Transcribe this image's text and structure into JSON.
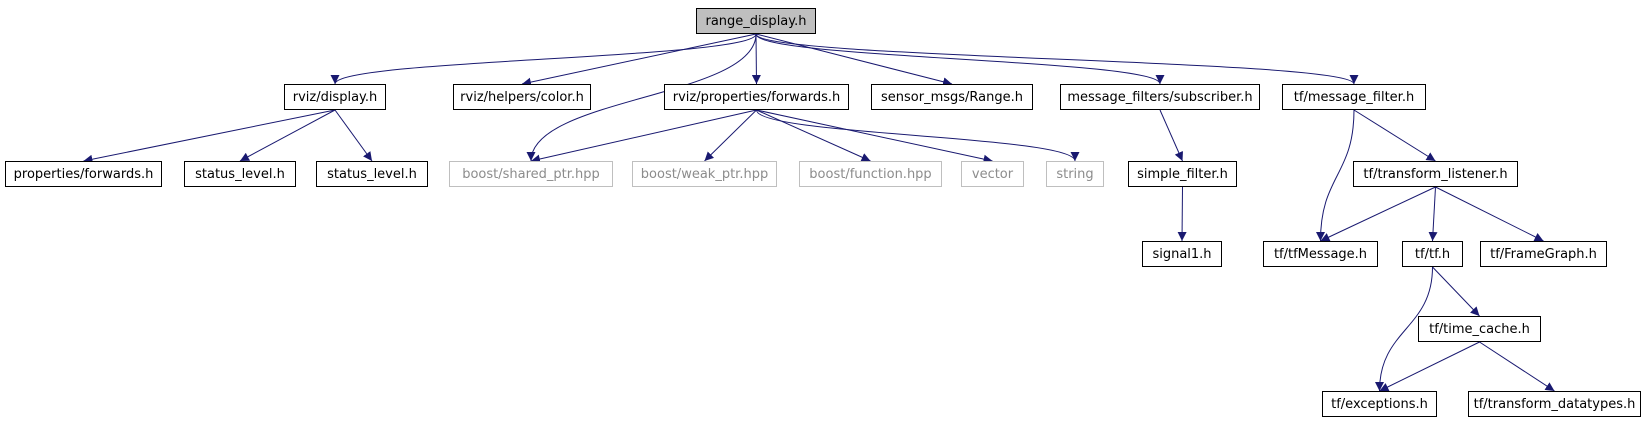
{
  "nodes": [
    {
      "id": "n_range",
      "label": "range_display.h",
      "kind": "root",
      "interactable": true
    },
    {
      "id": "n_display",
      "label": "rviz/display.h",
      "kind": "doc",
      "interactable": true
    },
    {
      "id": "n_color",
      "label": "rviz/helpers/color.h",
      "kind": "doc",
      "interactable": true
    },
    {
      "id": "n_rvizfwd",
      "label": "rviz/properties/forwards.h",
      "kind": "doc",
      "interactable": true
    },
    {
      "id": "n_range_msg",
      "label": "sensor_msgs/Range.h",
      "kind": "doc",
      "interactable": true
    },
    {
      "id": "n_subscriber",
      "label": "message_filters/subscriber.h",
      "kind": "doc",
      "interactable": true
    },
    {
      "id": "n_tfmf",
      "label": "tf/message_filter.h",
      "kind": "doc",
      "interactable": true
    },
    {
      "id": "n_propfwd",
      "label": "properties/forwards.h",
      "kind": "doc",
      "interactable": true
    },
    {
      "id": "n_status1",
      "label": "status_level.h",
      "kind": "doc",
      "interactable": true
    },
    {
      "id": "n_status2",
      "label": "status_level.h",
      "kind": "doc",
      "interactable": true
    },
    {
      "id": "n_shared",
      "label": "boost/shared_ptr.hpp",
      "kind": "ext",
      "interactable": false
    },
    {
      "id": "n_weak",
      "label": "boost/weak_ptr.hpp",
      "kind": "ext",
      "interactable": false
    },
    {
      "id": "n_function",
      "label": "boost/function.hpp",
      "kind": "ext",
      "interactable": false
    },
    {
      "id": "n_vector",
      "label": "vector",
      "kind": "ext",
      "interactable": false
    },
    {
      "id": "n_string",
      "label": "string",
      "kind": "ext",
      "interactable": false
    },
    {
      "id": "n_simple",
      "label": "simple_filter.h",
      "kind": "doc",
      "interactable": true
    },
    {
      "id": "n_listener",
      "label": "tf/transform_listener.h",
      "kind": "doc",
      "interactable": true
    },
    {
      "id": "n_signal",
      "label": "signal1.h",
      "kind": "doc",
      "interactable": true
    },
    {
      "id": "n_tfmsg",
      "label": "tf/tfMessage.h",
      "kind": "doc",
      "interactable": true
    },
    {
      "id": "n_tftf",
      "label": "tf/tf.h",
      "kind": "doc",
      "interactable": true
    },
    {
      "id": "n_framegraph",
      "label": "tf/FrameGraph.h",
      "kind": "doc",
      "interactable": true
    },
    {
      "id": "n_timecache",
      "label": "tf/time_cache.h",
      "kind": "doc",
      "interactable": true
    },
    {
      "id": "n_exceptions",
      "label": "tf/exceptions.h",
      "kind": "doc",
      "interactable": true
    },
    {
      "id": "n_datatypes",
      "label": "tf/transform_datatypes.h",
      "kind": "doc",
      "interactable": true
    }
  ],
  "edges": [
    [
      "n_range",
      "n_display"
    ],
    [
      "n_range",
      "n_color"
    ],
    [
      "n_range",
      "n_shared"
    ],
    [
      "n_range",
      "n_rvizfwd"
    ],
    [
      "n_range",
      "n_range_msg"
    ],
    [
      "n_range",
      "n_subscriber"
    ],
    [
      "n_range",
      "n_tfmf"
    ],
    [
      "n_display",
      "n_propfwd"
    ],
    [
      "n_display",
      "n_status1"
    ],
    [
      "n_display",
      "n_status2"
    ],
    [
      "n_rvizfwd",
      "n_shared"
    ],
    [
      "n_rvizfwd",
      "n_weak"
    ],
    [
      "n_rvizfwd",
      "n_function"
    ],
    [
      "n_rvizfwd",
      "n_vector"
    ],
    [
      "n_rvizfwd",
      "n_string"
    ],
    [
      "n_subscriber",
      "n_simple"
    ],
    [
      "n_simple",
      "n_signal"
    ],
    [
      "n_tfmf",
      "n_tfmsg"
    ],
    [
      "n_tfmf",
      "n_listener"
    ],
    [
      "n_listener",
      "n_tfmsg"
    ],
    [
      "n_listener",
      "n_tftf"
    ],
    [
      "n_listener",
      "n_framegraph"
    ],
    [
      "n_tftf",
      "n_exceptions"
    ],
    [
      "n_tftf",
      "n_timecache"
    ],
    [
      "n_timecache",
      "n_exceptions"
    ],
    [
      "n_timecache",
      "n_datatypes"
    ]
  ],
  "colors": {
    "edge": "#191970",
    "node_border": "#000000",
    "root_fill": "#bfbfbf",
    "ext_border": "#bfbfbf",
    "ext_text": "#8c8c8c"
  }
}
